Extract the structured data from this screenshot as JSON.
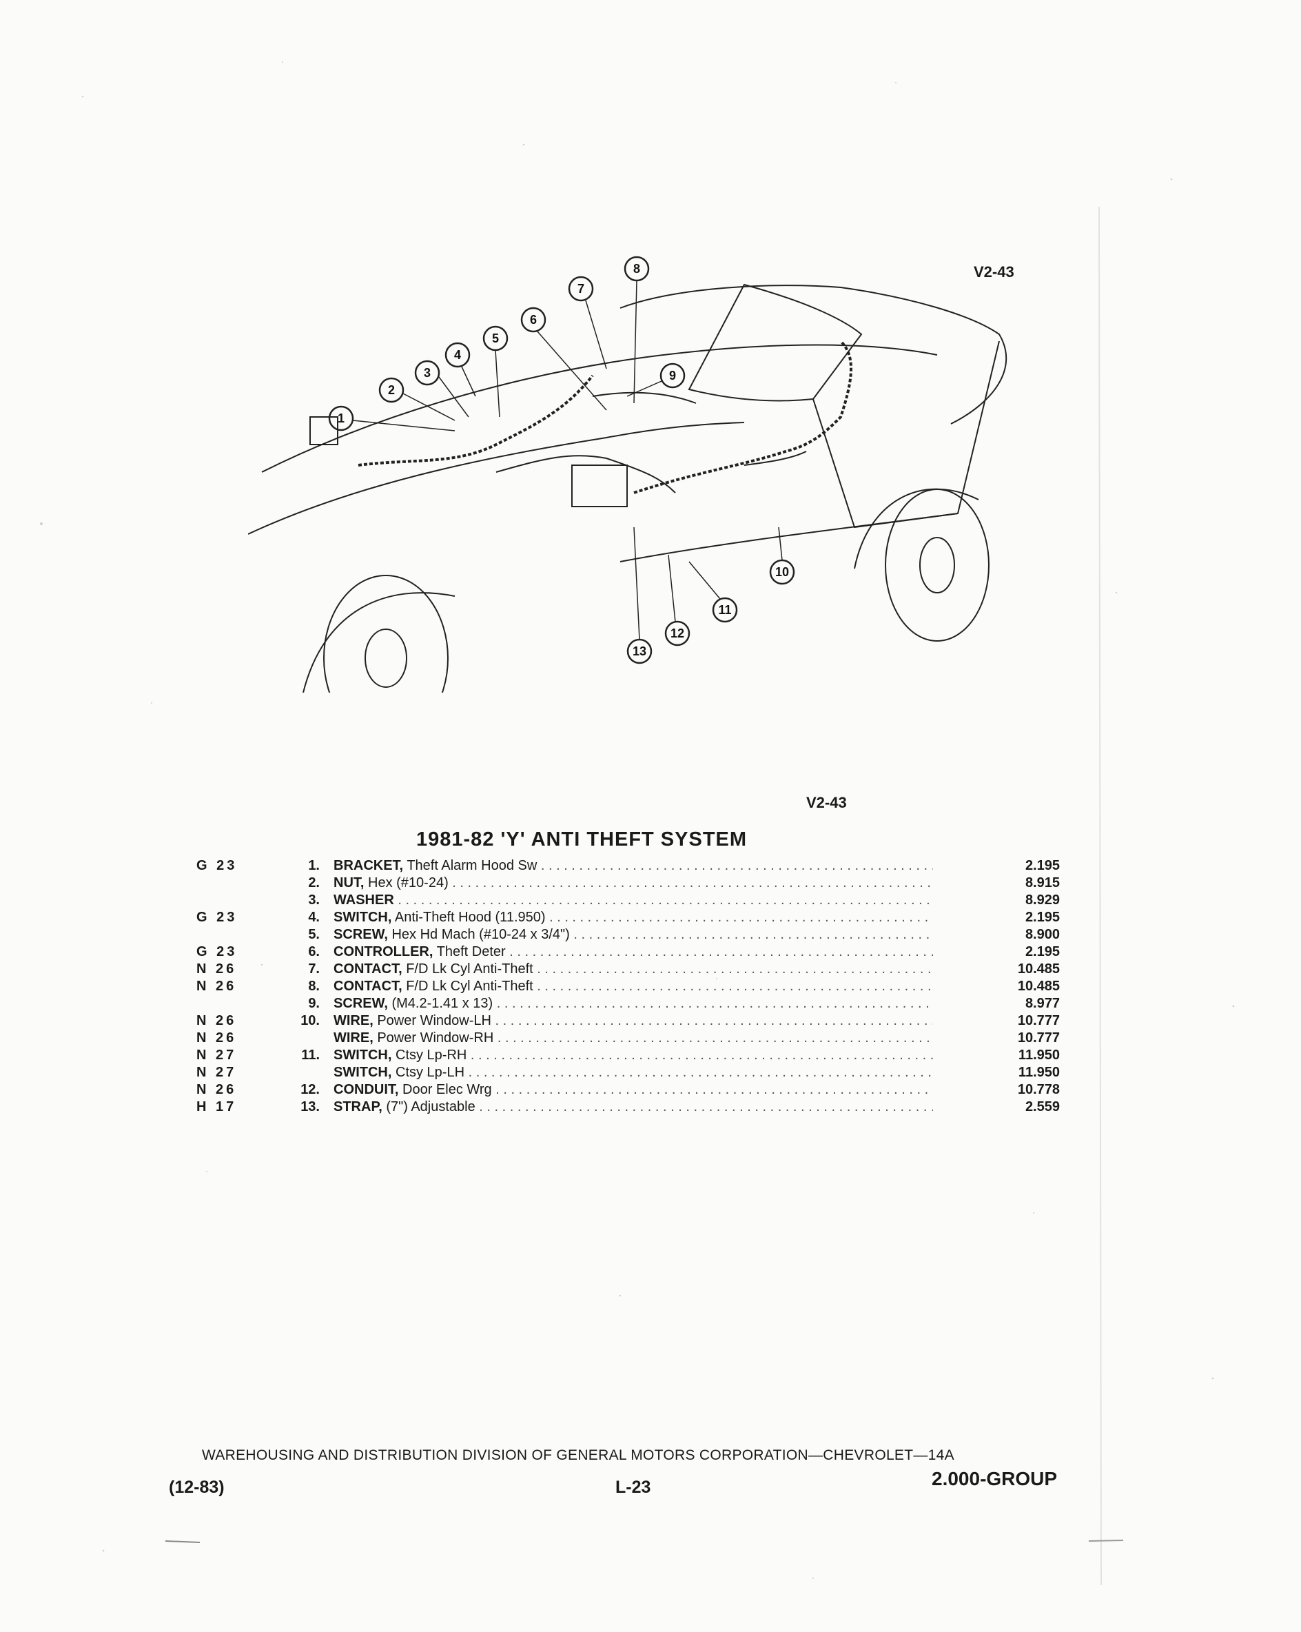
{
  "figure": {
    "code_top": "V2-43",
    "code_bottom": "V2-43",
    "callouts": [
      "1",
      "2",
      "3",
      "4",
      "5",
      "6",
      "7",
      "8",
      "9",
      "10",
      "11",
      "12",
      "13"
    ]
  },
  "section_title": "1981-82 'Y' ANTI THEFT SYSTEM",
  "parts": [
    {
      "group": "G 23",
      "num": "1.",
      "noun": "BRACKET,",
      "desc": "Theft Alarm Hood Sw",
      "value": "2.195"
    },
    {
      "group": "",
      "num": "2.",
      "noun": "NUT,",
      "desc": "Hex (#10-24)",
      "value": "8.915"
    },
    {
      "group": "",
      "num": "3.",
      "noun": "WASHER",
      "desc": "",
      "value": "8.929"
    },
    {
      "group": "G 23",
      "num": "4.",
      "noun": "SWITCH,",
      "desc": "Anti-Theft Hood (11.950)",
      "value": "2.195"
    },
    {
      "group": "",
      "num": "5.",
      "noun": "SCREW,",
      "desc": "Hex Hd Mach (#10-24 x 3/4\")",
      "value": "8.900"
    },
    {
      "group": "G 23",
      "num": "6.",
      "noun": "CONTROLLER,",
      "desc": "Theft Deter",
      "value": "2.195"
    },
    {
      "group": "N 26",
      "num": "7.",
      "noun": "CONTACT,",
      "desc": "F/D Lk Cyl Anti-Theft",
      "value": "10.485"
    },
    {
      "group": "N 26",
      "num": "8.",
      "noun": "CONTACT,",
      "desc": "F/D Lk Cyl Anti-Theft",
      "value": "10.485"
    },
    {
      "group": "",
      "num": "9.",
      "noun": "SCREW,",
      "desc": "(M4.2-1.41 x 13)",
      "value": "8.977"
    },
    {
      "group": "N 26",
      "num": "10.",
      "noun": "WIRE,",
      "desc": "Power Window-LH",
      "value": "10.777"
    },
    {
      "group": "N 26",
      "num": "",
      "noun": "WIRE,",
      "desc": "Power Window-RH",
      "value": "10.777"
    },
    {
      "group": "N 27",
      "num": "11.",
      "noun": "SWITCH,",
      "desc": "Ctsy Lp-RH",
      "value": "11.950"
    },
    {
      "group": "N 27",
      "num": "",
      "noun": "SWITCH,",
      "desc": "Ctsy Lp-LH",
      "value": "11.950"
    },
    {
      "group": "N 26",
      "num": "12.",
      "noun": "CONDUIT,",
      "desc": "Door Elec Wrg",
      "value": "10.778"
    },
    {
      "group": "H 17",
      "num": "13.",
      "noun": "STRAP,",
      "desc": "(7\") Adjustable",
      "value": "2.559"
    }
  ],
  "footer": {
    "corporation": "WAREHOUSING AND DISTRIBUTION DIVISION OF GENERAL MOTORS CORPORATION—CHEVROLET—14A",
    "date": "(12-83)",
    "page": "L-23",
    "group": "2.000-GROUP"
  }
}
